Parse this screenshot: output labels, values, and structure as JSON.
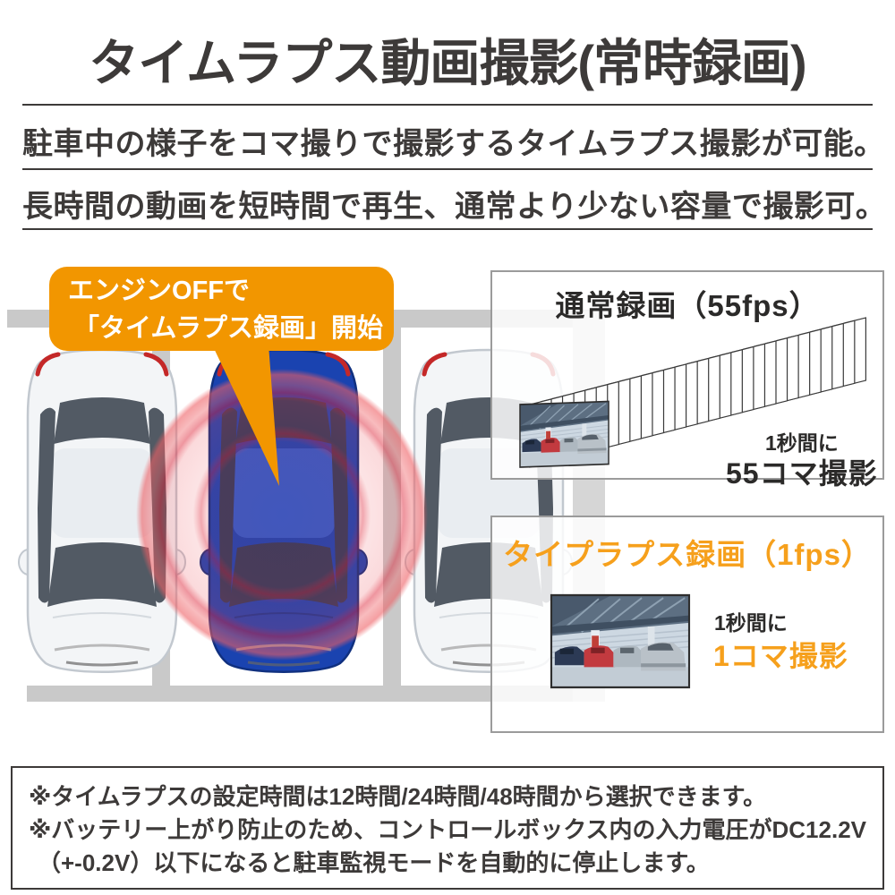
{
  "header": {
    "title": "タイムラプス動画撮影(常時録画)",
    "line1": "駐車中の様子をコマ撮りで撮影するタイムラプス撮影が可能。",
    "line2": "長時間の動画を短時間で再生、通常より少ない容量で撮影可。"
  },
  "illustration": {
    "bubble": {
      "line1": "エンジンOFFで",
      "line2": "「タイムラプス録画」開始"
    },
    "cars": [
      "white",
      "blue-with-ripple",
      "white"
    ],
    "scene": "three cars parked top-view, middle blue car recording with red ripple waves"
  },
  "normal_box": {
    "title": "通常録画（55fps）",
    "caption_line1": "1秒間に",
    "caption_line2": "55コマ撮影",
    "frame_count_visual": 29
  },
  "timelapse_box": {
    "title": "タイプラプス録画（1fps）",
    "caption_line1": "1秒間に",
    "caption_line2": "1コマ撮影"
  },
  "notes": {
    "note1": "※タイムラプスの設定時間は12時間/24時間/48時間から選択できます。",
    "note2": "※バッテリー上がり防止のため、コントロールボックス内の入力電圧がDC12.2V",
    "note3": "（+-0.2V）以下になると駐車監視モードを自動的に停止します。"
  },
  "colors": {
    "text": "#3d3a39",
    "orange": "#F29600",
    "orange_text": "#F6A01C",
    "box_border": "#9b9b9b",
    "parking_line": "#c9c9c9",
    "ripple_red": "#e84848",
    "car_blue": "#1a43b0"
  }
}
